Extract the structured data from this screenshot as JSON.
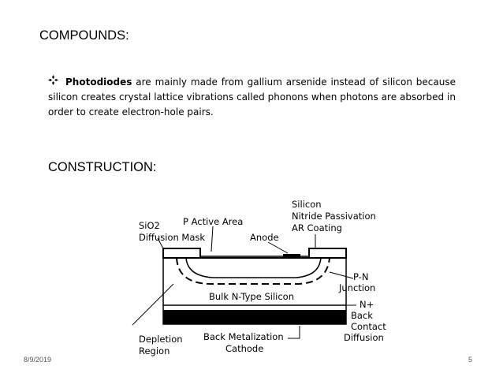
{
  "headings": {
    "compounds": "COMPOUNDS:",
    "construction": "CONSTRUCTION:"
  },
  "paragraph": {
    "bullet_icon": "diamond-bullet-icon",
    "bold": "Photodiodes",
    "rest": " are mainly made from gallium arsenide instead of silicon because silicon creates crystal lattice vibrations called phonons when photons are absorbed in order to create electron-hole pairs."
  },
  "diagram": {
    "labels": {
      "sio2": "SiO2",
      "diffusion_mask": "Diffusion Mask",
      "p_active_area": "P Active Area",
      "anode": "Anode",
      "silicon": "Silicon",
      "nitride_passivation": "Nitride Passivation",
      "ar_coating": "AR Coating",
      "p_n": "P-N",
      "junction": "Junction",
      "bulk": "Bulk N-Type Silicon",
      "n_plus": "N+",
      "back": "Back",
      "contact": "Contact",
      "diffusion": "Diffusion",
      "depletion": "Depletion",
      "region": "Region",
      "back_metalization": "Back Metalization",
      "cathode": "Cathode"
    }
  },
  "footer": {
    "date": "8/9/2019",
    "page": "5"
  }
}
